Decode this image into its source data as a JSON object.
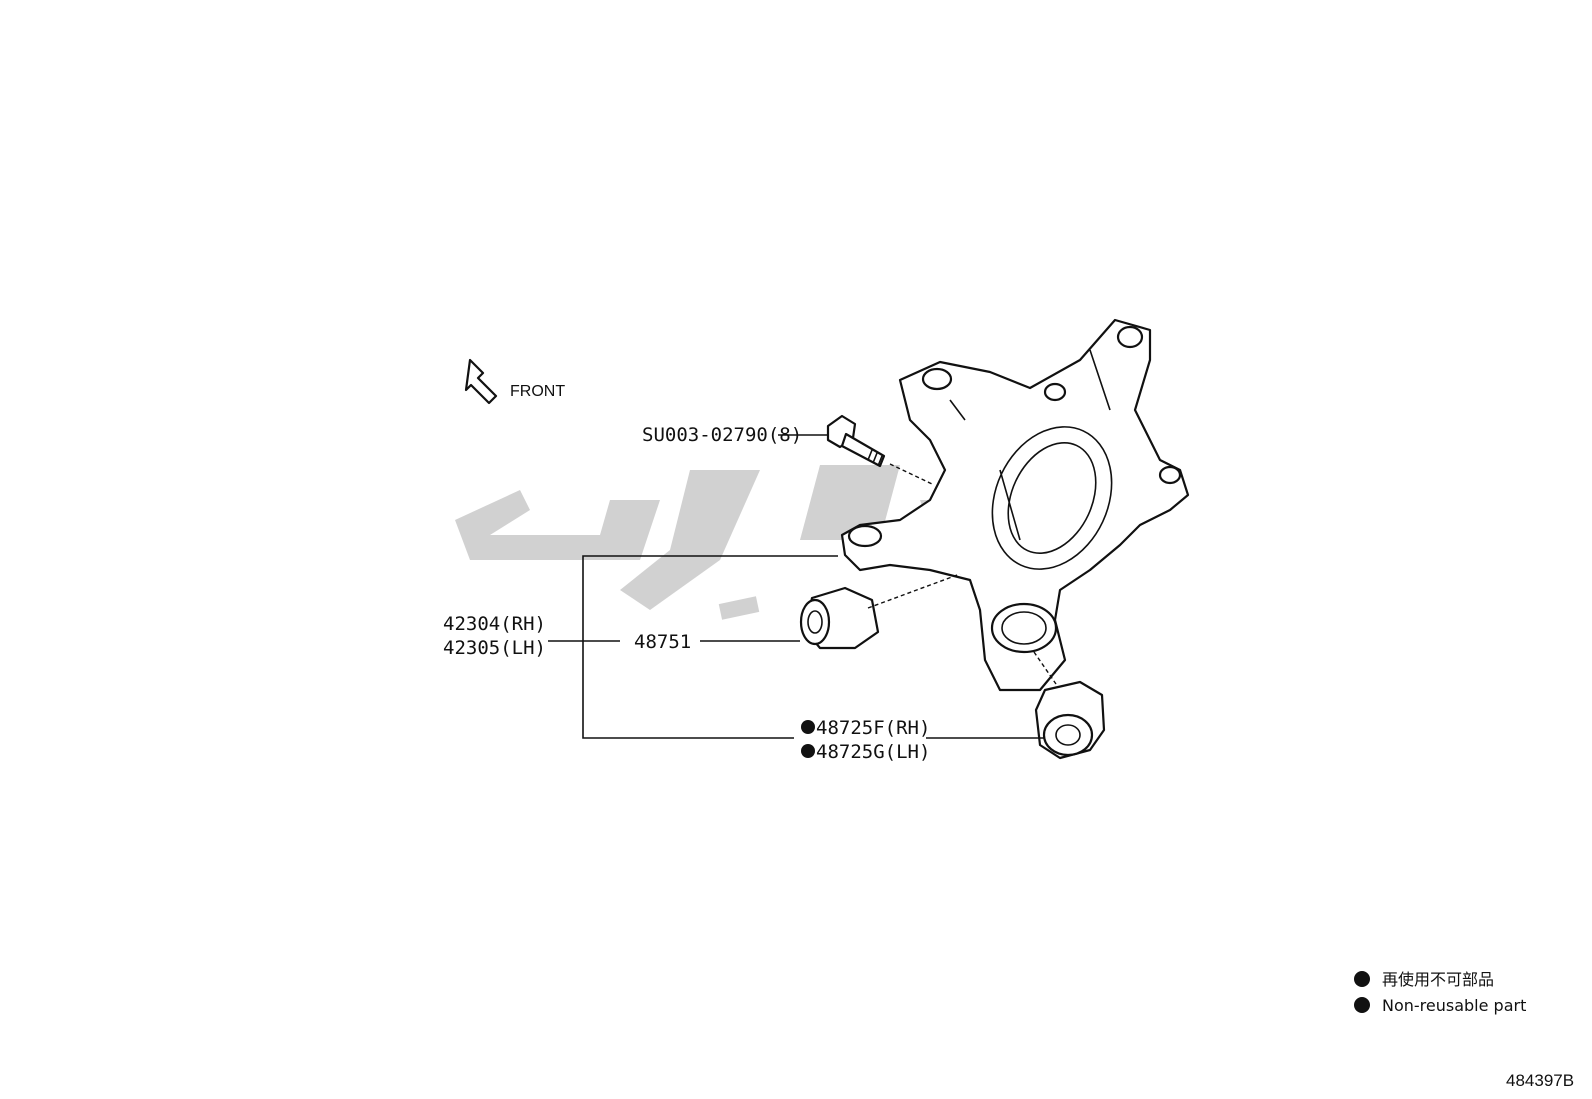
{
  "diagram": {
    "direction_label": "FRONT",
    "part_labels": {
      "bolt": "SU003-02790(8)",
      "knuckle_rh": "42304(RH)",
      "knuckle_lh": "42305(LH)",
      "bush_front": "48751",
      "bush_rear_rh": "48725F(RH)",
      "bush_rear_lh": "48725G(LH)"
    },
    "legend": {
      "line_ja": "再使用不可部品",
      "line_en": "Non-reusable part"
    },
    "illustration_code": "484397B",
    "icons": {
      "front_arrow": "front-arrow-icon",
      "non_reusable_marker": "filled-circle-icon"
    },
    "colors": {
      "line": "#111111",
      "watermark": "#9a9a9a",
      "background": "#ffffff"
    }
  }
}
